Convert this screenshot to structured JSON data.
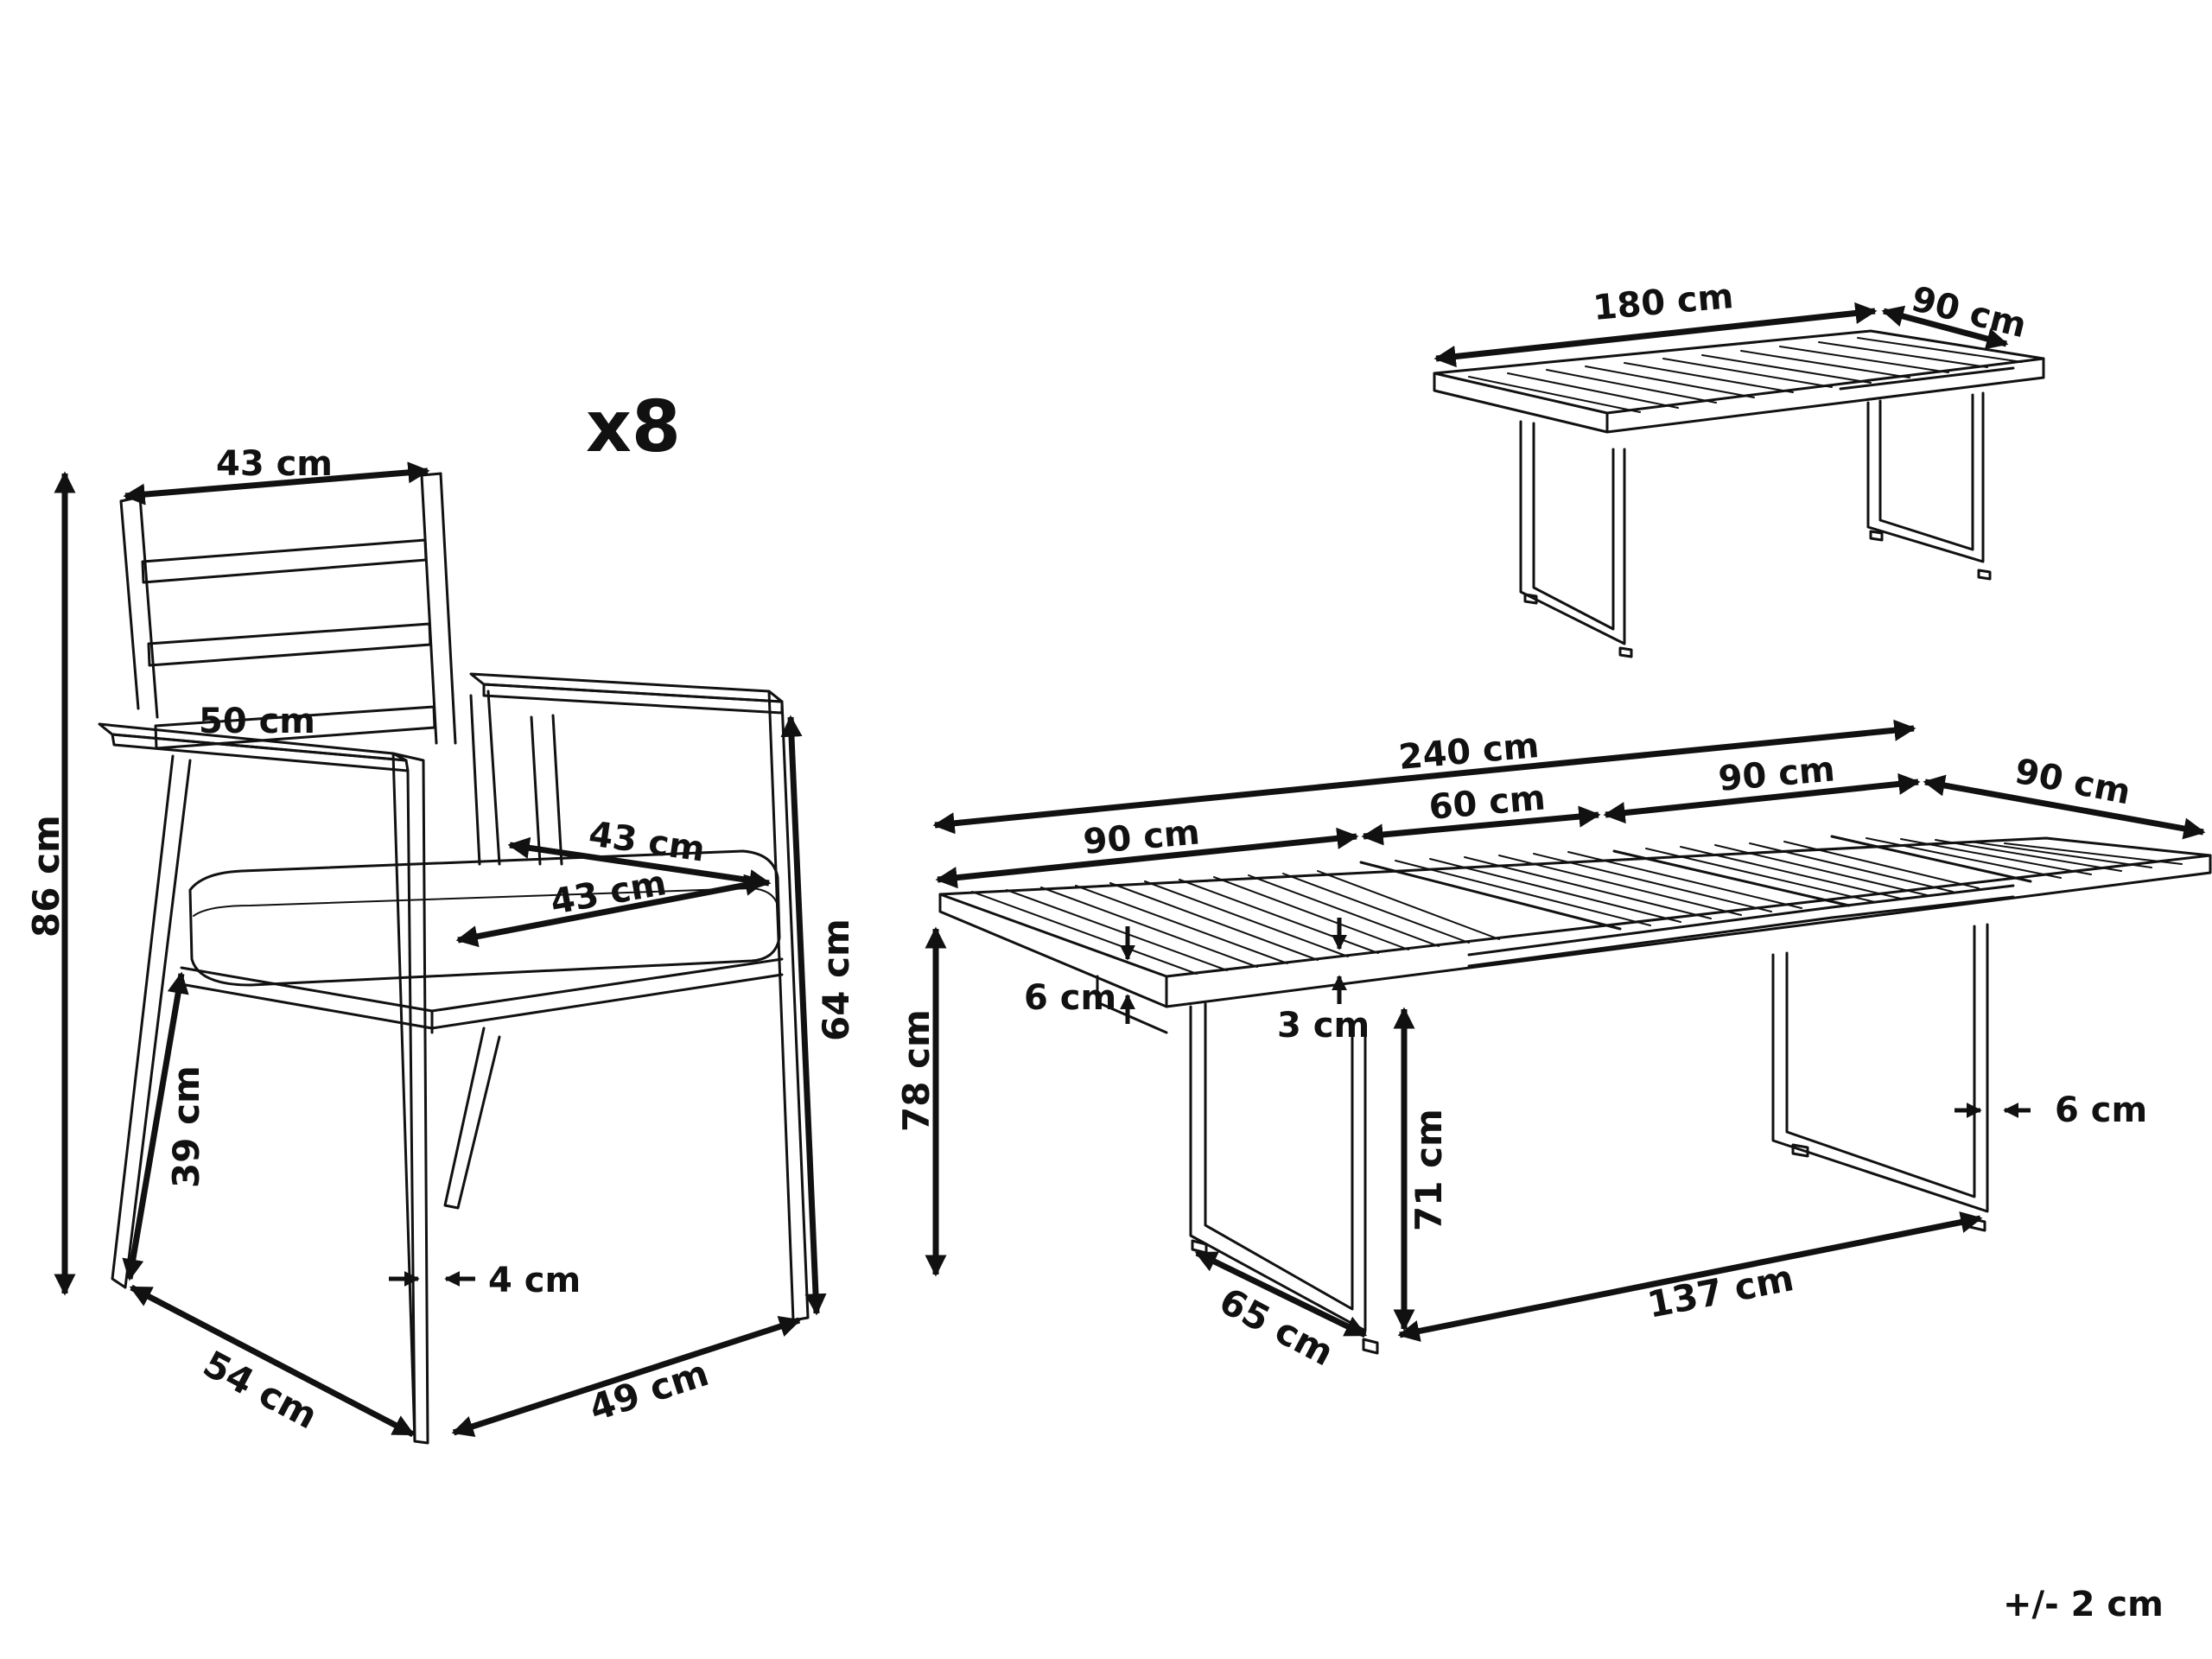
{
  "quantity": "x8",
  "tolerance": "+/- 2 cm",
  "chair": {
    "back_width": "43 cm",
    "overall_height": "86 cm",
    "armrest_width": "50 cm",
    "seat_depth": "43 cm",
    "seat_width": "43 cm",
    "arm_height": "64 cm",
    "seat_height": "39 cm",
    "leg_thickness": "4 cm",
    "depth": "54 cm",
    "width": "49 cm"
  },
  "table_closed": {
    "length": "180 cm",
    "width": "90 cm"
  },
  "table_extended": {
    "total_length": "240 cm",
    "section_left": "90 cm",
    "section_middle": "60 cm",
    "section_right": "90 cm",
    "width": "90 cm",
    "top_thickness": "6 cm",
    "apron": "3 cm",
    "overall_height": "78 cm",
    "clearance": "71 cm",
    "leg_thickness": "6 cm",
    "leg_base_depth": "65 cm",
    "leg_span": "137 cm"
  }
}
